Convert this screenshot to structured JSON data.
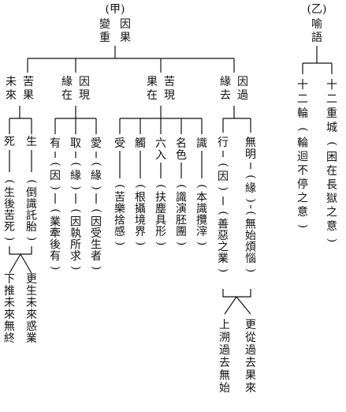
{
  "diagram": {
    "part_a": {
      "marker": "(甲)",
      "title": "因果變重",
      "groups": [
        {
          "header": "苦果未來",
          "items": [
            {
              "head": "生",
              "desc": "(倒識託胎)"
            },
            {
              "head": "死",
              "desc": "(生後苦死)"
            }
          ],
          "sub_notes": [
            "更生未來惑業",
            "下推未來無終"
          ]
        },
        {
          "header": "因現緣在",
          "items": [
            {
              "head": "愛",
              "desc": "(緣)",
              "note": "(因受生者)"
            },
            {
              "head": "取",
              "desc": "(緣)",
              "note": "(因執所求)"
            },
            {
              "head": "有",
              "desc": "(因)",
              "note": "(業牽後有)"
            }
          ]
        },
        {
          "header": "苦現果在",
          "items": [
            {
              "head": "識",
              "desc": "(本識攬滓)"
            },
            {
              "head": "名色",
              "desc": "(識演胚團)"
            },
            {
              "head": "六入",
              "desc": "(扶塵具形)"
            },
            {
              "head": "觸",
              "desc": "(根攝境界)"
            },
            {
              "head": "受",
              "desc": "(苦樂捨感)"
            }
          ]
        },
        {
          "header": "因過緣去",
          "items": [
            {
              "head": "無明",
              "desc": "(緣)",
              "note": "(無始煩惱)"
            },
            {
              "head": "行",
              "desc": "(因)",
              "note": "(善惡之業)"
            }
          ],
          "sub_notes": [
            "更從過去果來",
            "上溯過去無始"
          ]
        }
      ]
    },
    "part_b": {
      "marker": "(乙)",
      "title": "喻語",
      "items": [
        {
          "head": "十二重城",
          "desc": "(困在長獄之意)"
        },
        {
          "head": "十二輪",
          "desc": "(輪迴不停之意)"
        }
      ]
    }
  }
}
